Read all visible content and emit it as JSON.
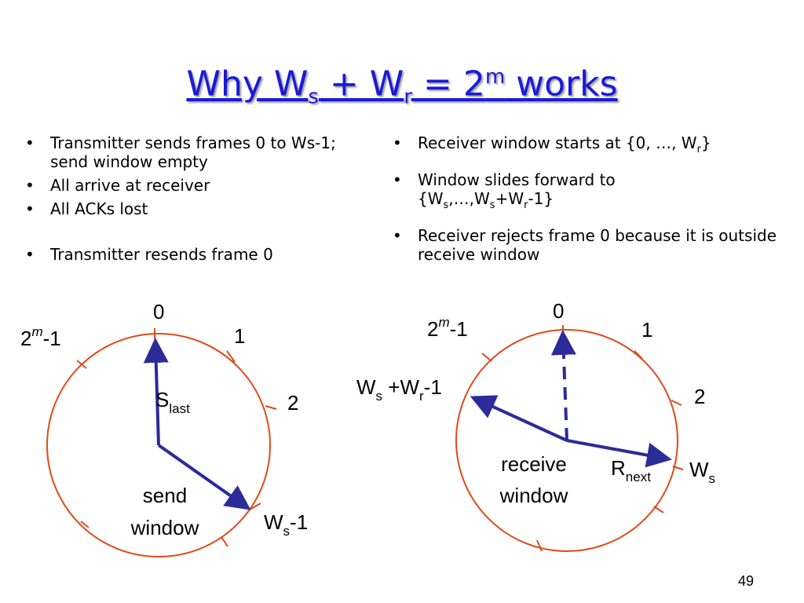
{
  "title": {
    "prefix": "Why W",
    "s_sub": "s",
    "mid": " + W",
    "r_sub": "r",
    "eq": " = 2",
    "m_sup": "m",
    "suffix": " works"
  },
  "left_bullets": [
    "Transmitter sends frames 0 to Ws-1; send window empty",
    "All arrive at receiver",
    "All ACKs lost"
  ],
  "left_bullet_extra": "Transmitter resends frame 0",
  "right_bullets": {
    "b1": {
      "a": "Receiver window starts at {0, …, W",
      "sub": "r",
      "b": "}"
    },
    "b2": {
      "a": "Window slides forward to {W",
      "s1": "s",
      "b": ",…,W",
      "s2": "s",
      "c": "+W",
      "s3": "r",
      "d": "-1}"
    },
    "b3": "Receiver rejects frame 0 because it is outside receive window"
  },
  "left_diagram": {
    "label_0": "0",
    "label_1": "1",
    "label_2": "2",
    "label_2m1_base": "2",
    "label_2m1_sup": "m",
    "label_2m1_tail": "-1",
    "s_last_base": "S",
    "s_last_sub": "last",
    "ws1_base": "W",
    "ws1_sub": "s",
    "ws1_tail": "-1",
    "caption_line1": "send",
    "caption_line2": "window"
  },
  "right_diagram": {
    "label_0": "0",
    "label_1": "1",
    "label_2": "2",
    "label_2m1_base": "2",
    "label_2m1_sup": "m",
    "label_2m1_tail": "-1",
    "wswr_a": "W",
    "wswr_s": "s",
    "wswr_b": " +W",
    "wswr_r": "r",
    "wswr_c": "-1",
    "rnext_base": "R",
    "rnext_sub": "next",
    "ws_base": "W",
    "ws_sub": "s",
    "caption_line1": "receive",
    "caption_line2": "window"
  },
  "colors": {
    "title": "#1a1ad6",
    "circle": "#e04a1a",
    "arrow": "#2b2b9a"
  },
  "page_number": "49"
}
